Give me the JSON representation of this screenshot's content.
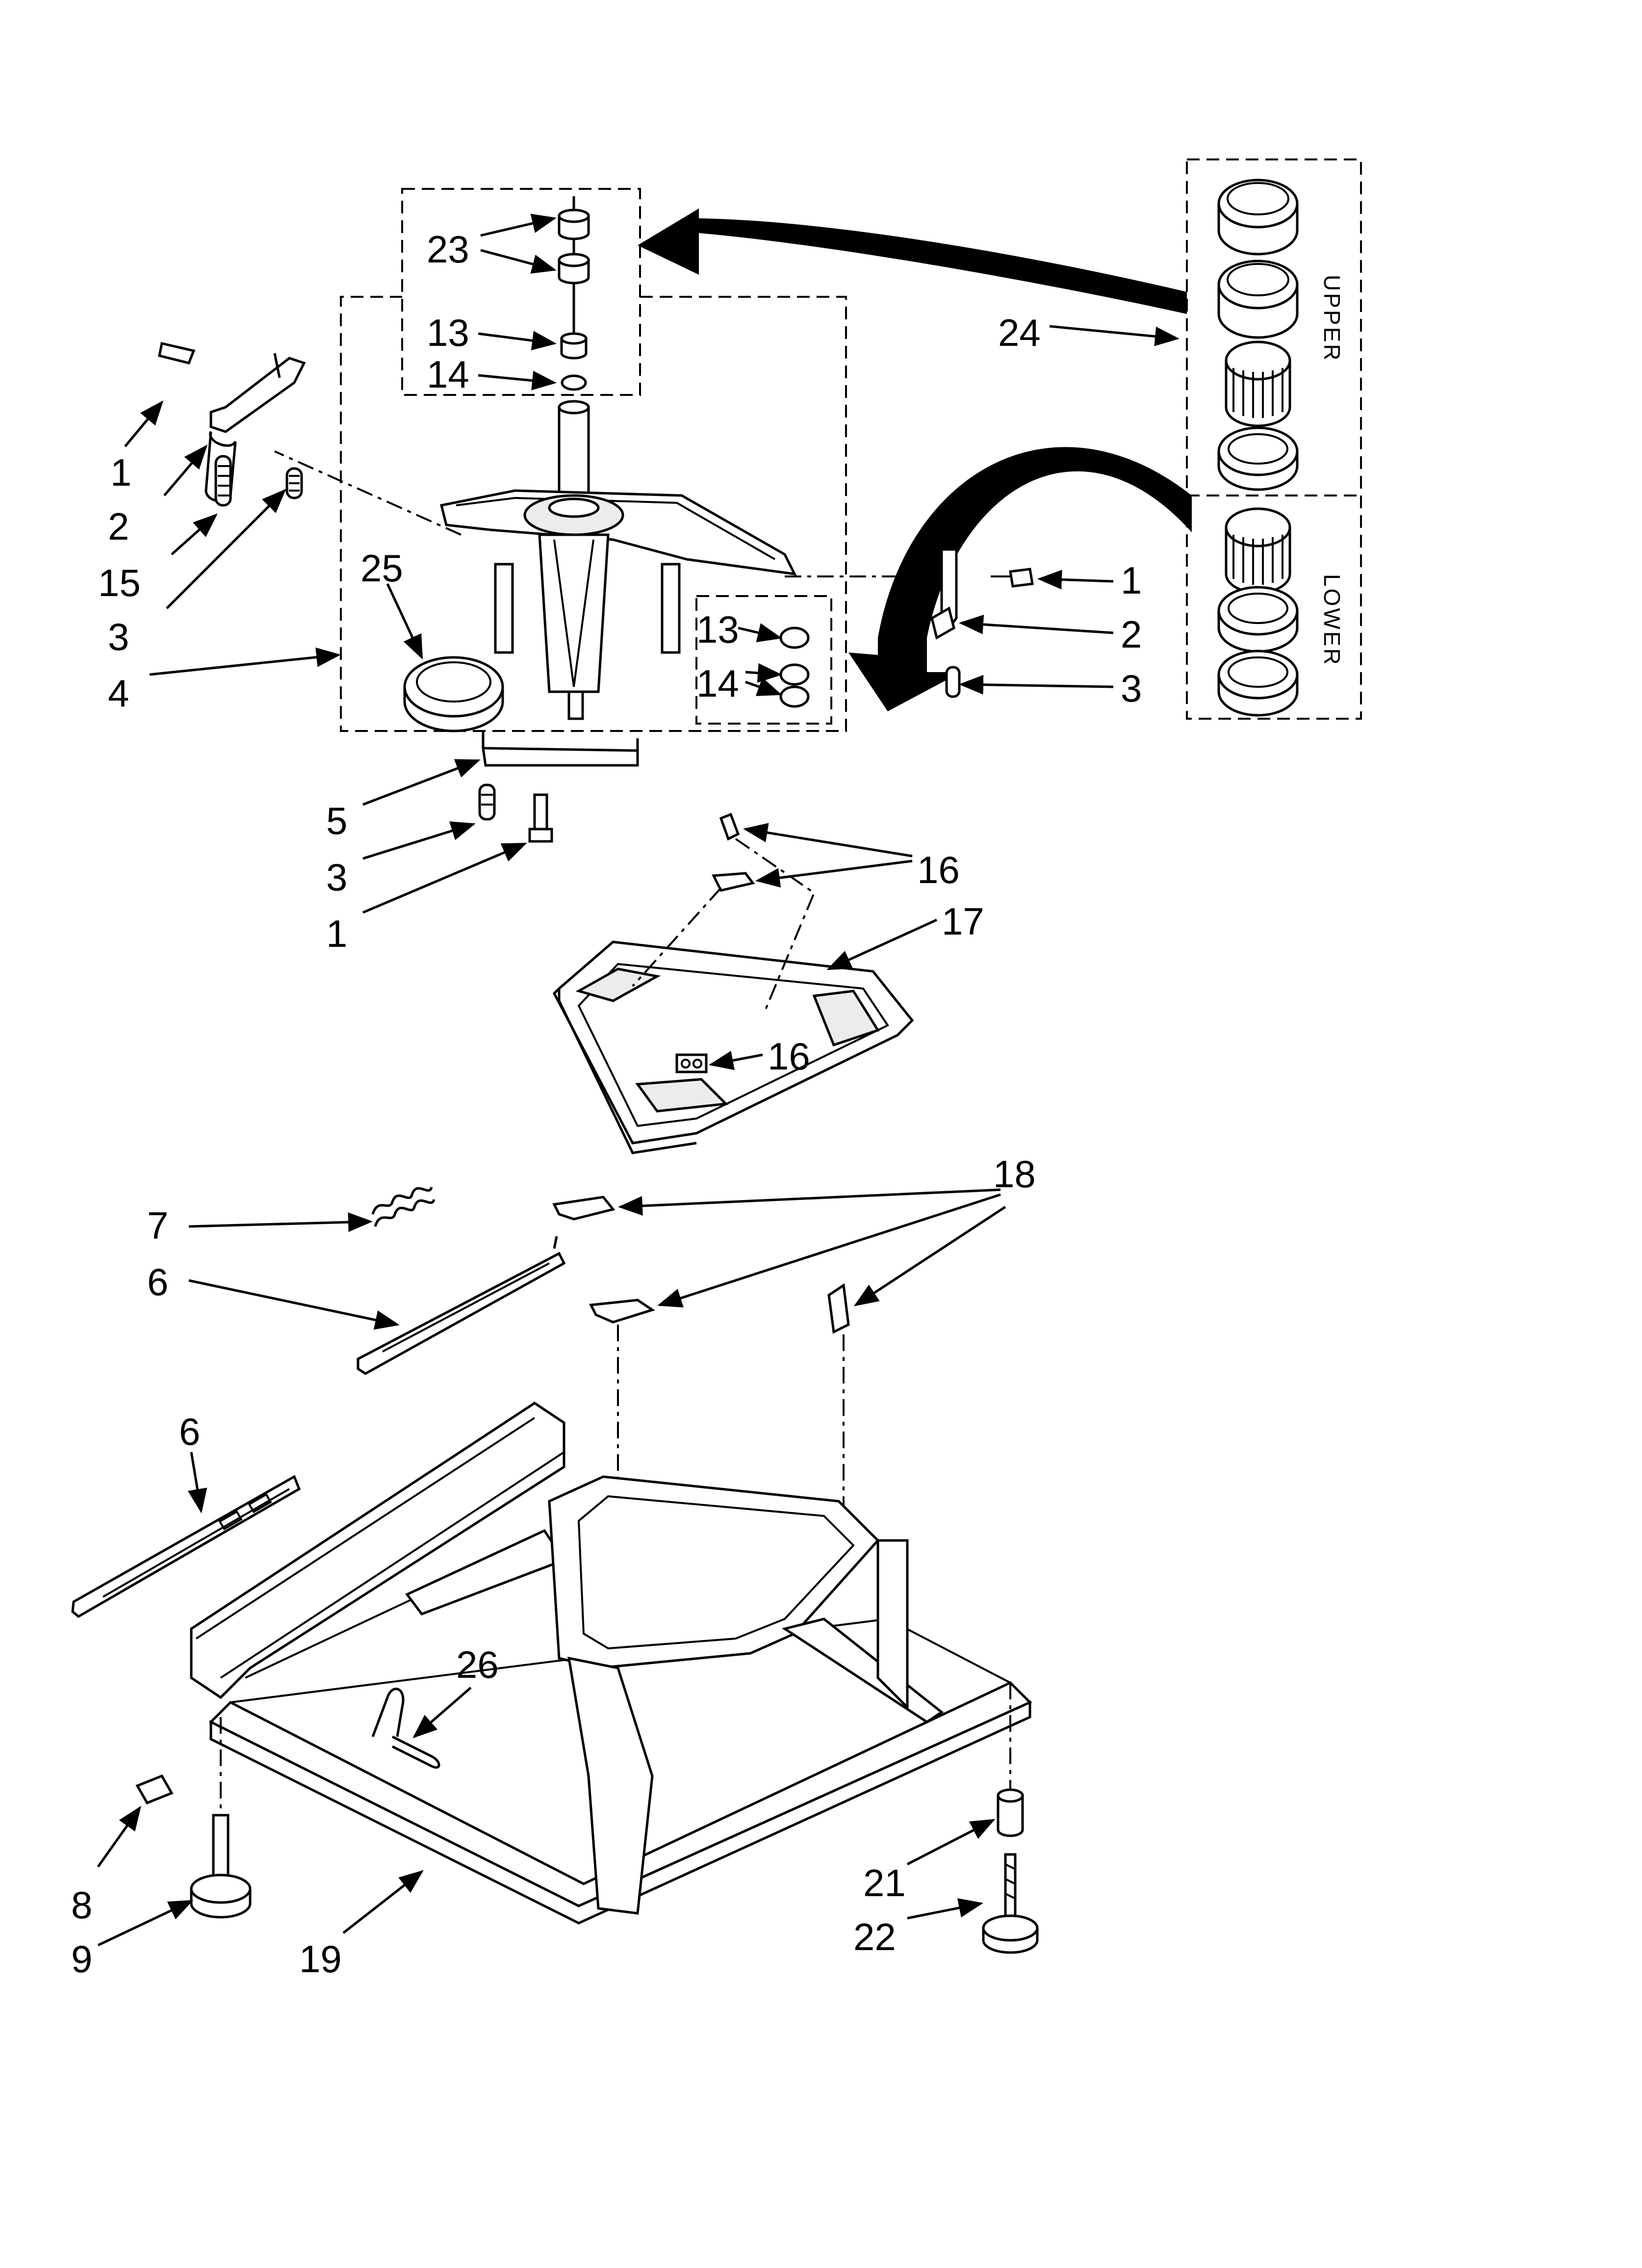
{
  "callouts": {
    "c1a": "1",
    "c2a": "2",
    "c15": "15",
    "c3a": "3",
    "c4": "4",
    "c25": "25",
    "c23": "23",
    "c13a": "13",
    "c14a": "14",
    "c24": "24",
    "c1b": "1",
    "c2b": "2",
    "c3b": "3",
    "c13b": "13",
    "c14b": "14",
    "c5": "5",
    "c3c": "3",
    "c1c": "1",
    "c16a": "16",
    "c17": "17",
    "c16b": "16",
    "c18": "18",
    "c7": "7",
    "c6a": "6",
    "c6b": "6",
    "c26": "26",
    "c8": "8",
    "c9": "9",
    "c19": "19",
    "c21": "21",
    "c22": "22"
  },
  "kit_labels": {
    "upper": "UPPER",
    "lower": "LOWER"
  }
}
